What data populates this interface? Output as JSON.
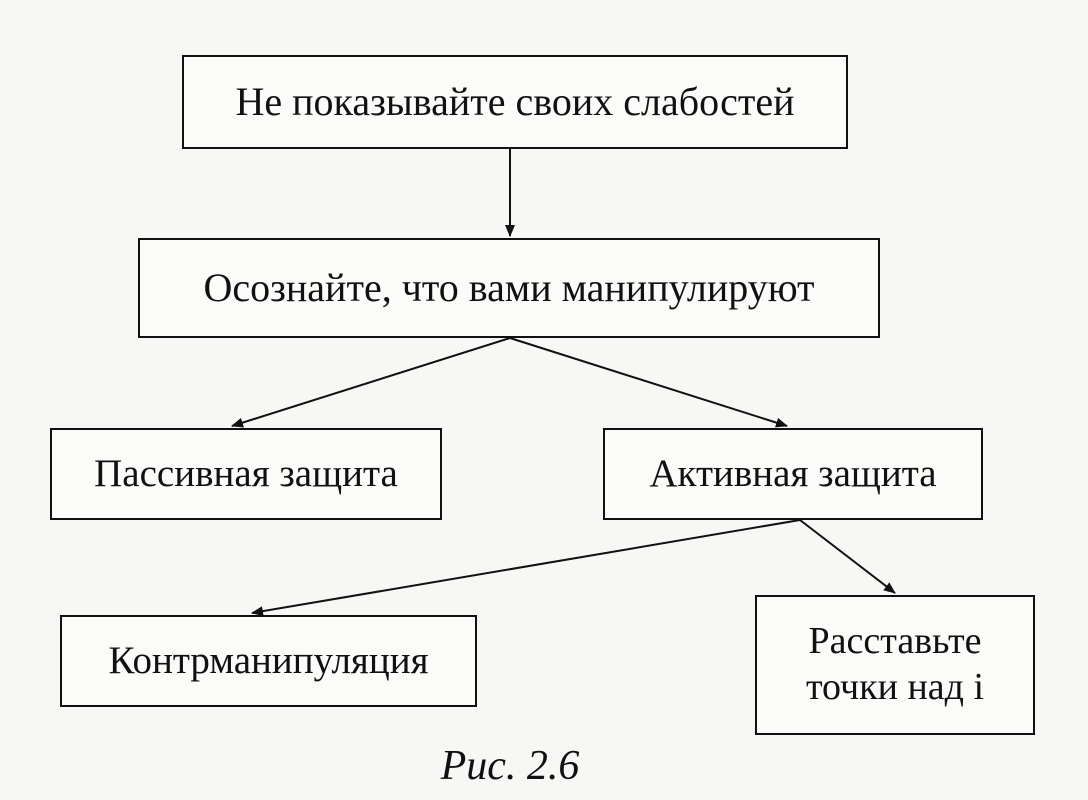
{
  "nodes": {
    "top": "Не показывайте своих слабостей",
    "aware": "Осознайте, что вами манипулируют",
    "passive": "Пассивная защита",
    "active": "Активная защита",
    "counter": "Контрманипуляция",
    "dots_line1": "Расставьте",
    "dots_line2": "точки над і"
  },
  "caption": "Рис. 2.6",
  "colors": {
    "ink": "#111111",
    "paper": "#f7f7f5"
  }
}
